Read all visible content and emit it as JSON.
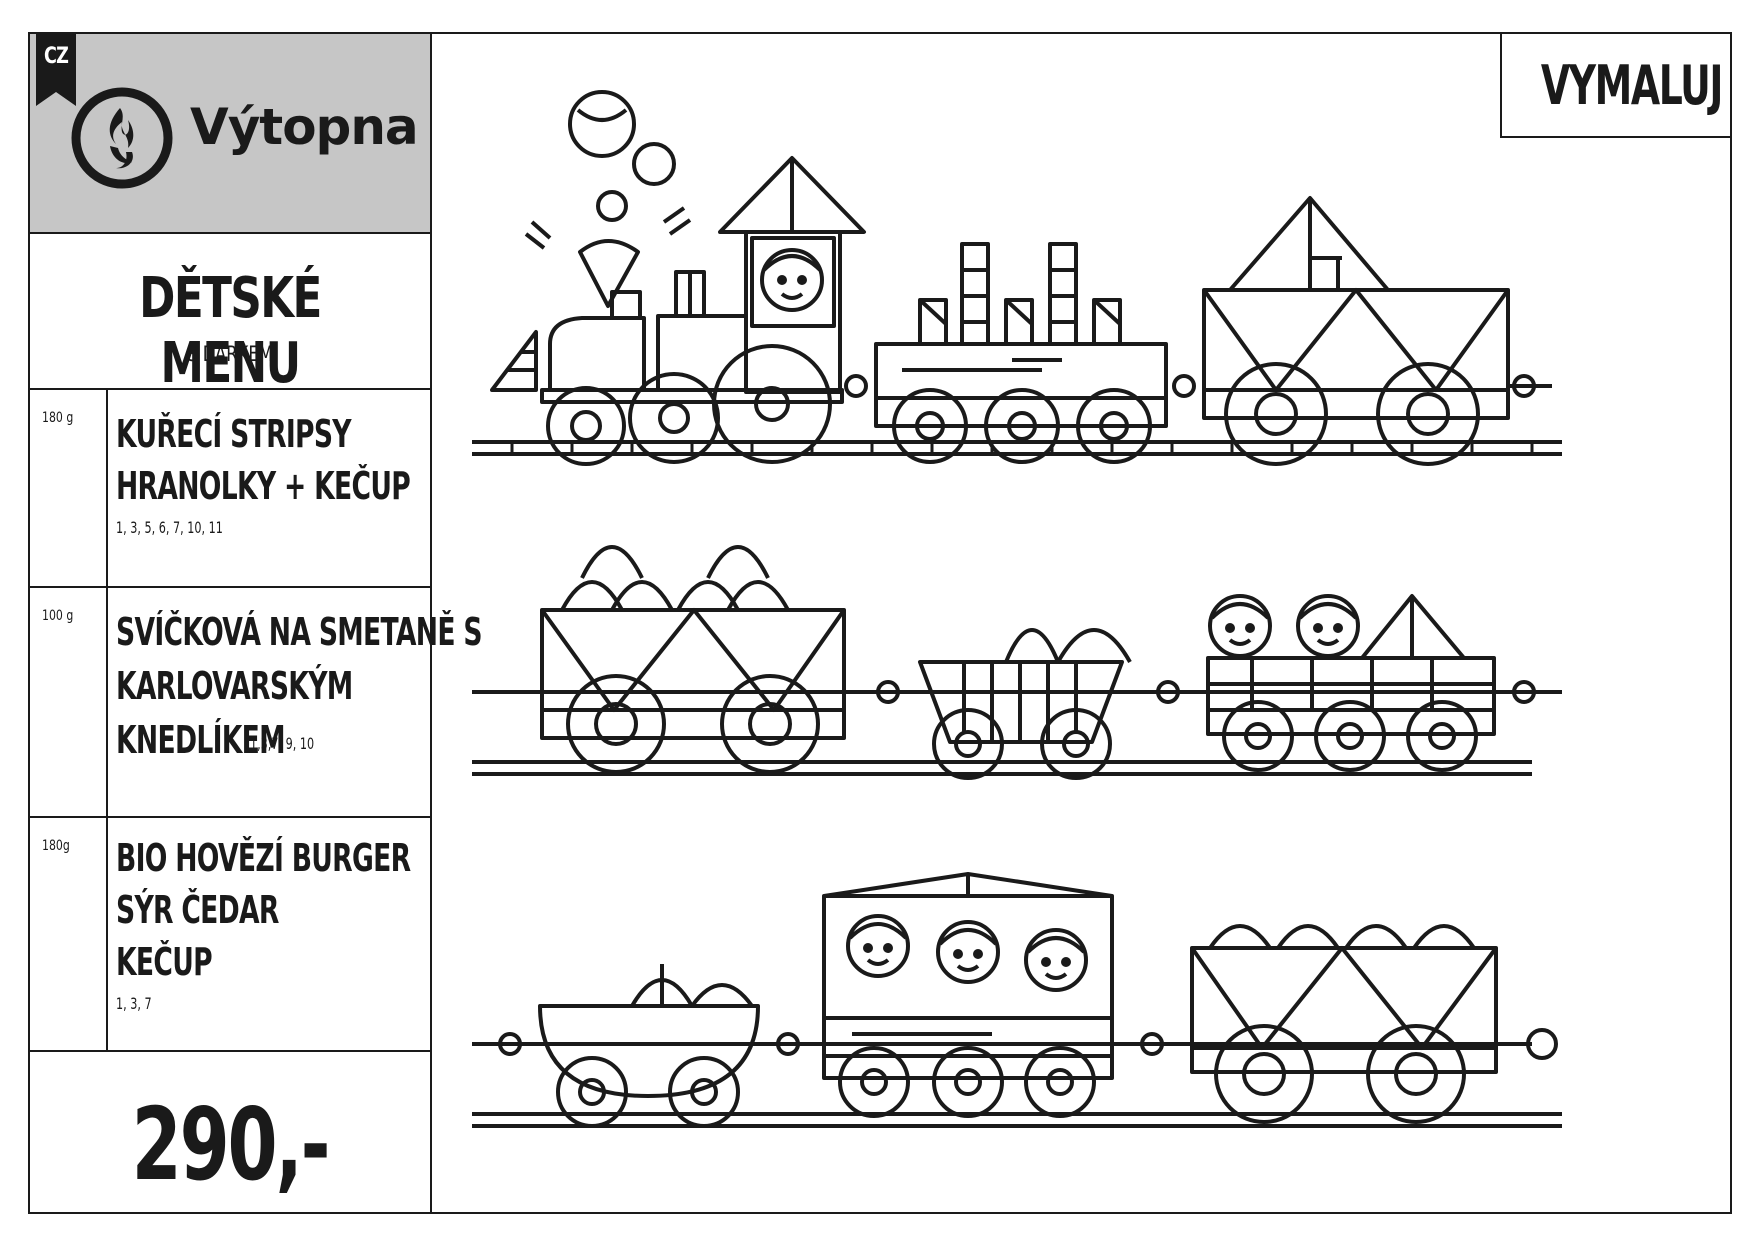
{
  "header": {
    "lang": "CZ",
    "brand": "Výtopna",
    "brand_icon": "flame-logo-icon"
  },
  "menu": {
    "title": "DĚTSKÉ MENU",
    "subtitle": "S DÁRKEM"
  },
  "items": [
    {
      "weight": "180 g",
      "lines": [
        "KUŘECÍ STRIPSY",
        "HRANOLKY + KEČUP"
      ],
      "allergens": "1, 3, 5, 6, 7, 10, 11"
    },
    {
      "weight": "100 g",
      "lines": [
        "SVÍČKOVÁ NA SMETANĚ S",
        "KARLOVARSKÝM",
        "KNEDLÍKEM"
      ],
      "allergens": "1,3,7, 9, 10"
    },
    {
      "weight": "180g",
      "lines": [
        "BIO HOVĚZÍ BURGER",
        "SÝR ČEDAR",
        "KEČUP"
      ],
      "allergens": "1, 3, 7"
    }
  ],
  "price": "290,-",
  "coloring_label": "VYMALUJ",
  "colors": {
    "ink": "#1a1a1a",
    "logo_panel": "#c6c6c6",
    "paper": "#ffffff"
  }
}
